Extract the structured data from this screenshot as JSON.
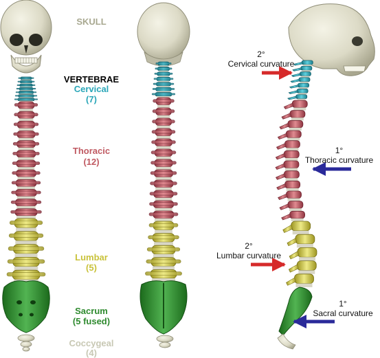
{
  "labels": {
    "skull": "SKULL",
    "vertebrae": "VERTEBRAE",
    "cervical": "Cervical",
    "cervical_count": "(7)",
    "thoracic": "Thoracic",
    "thoracic_count": "(12)",
    "lumbar": "Lumbar",
    "lumbar_count": "(5)",
    "sacrum": "Sacrum",
    "sacrum_count": "(5 fused)",
    "coccygeal": "Coccygeal",
    "coccygeal_count": "(4)"
  },
  "curvatures": {
    "cervical": {
      "degree": "2°",
      "name": "Cervical curvature"
    },
    "thoracic": {
      "degree": "1°",
      "name": "Thoracic curvature"
    },
    "lumbar": {
      "degree": "2°",
      "name": "Lumbar curvature"
    },
    "sacral": {
      "degree": "1°",
      "name": "Sacral curvature"
    }
  },
  "colors": {
    "skull": "#a8a890",
    "cervical": "#2aa6b8",
    "thoracic": "#c05a62",
    "lumbar": "#c9c23a",
    "sacrum": "#2e8a2e",
    "coccygeal": "#c8c8b4",
    "arrow_secondary": "#d62a2a",
    "arrow_primary": "#2a2a9a"
  }
}
